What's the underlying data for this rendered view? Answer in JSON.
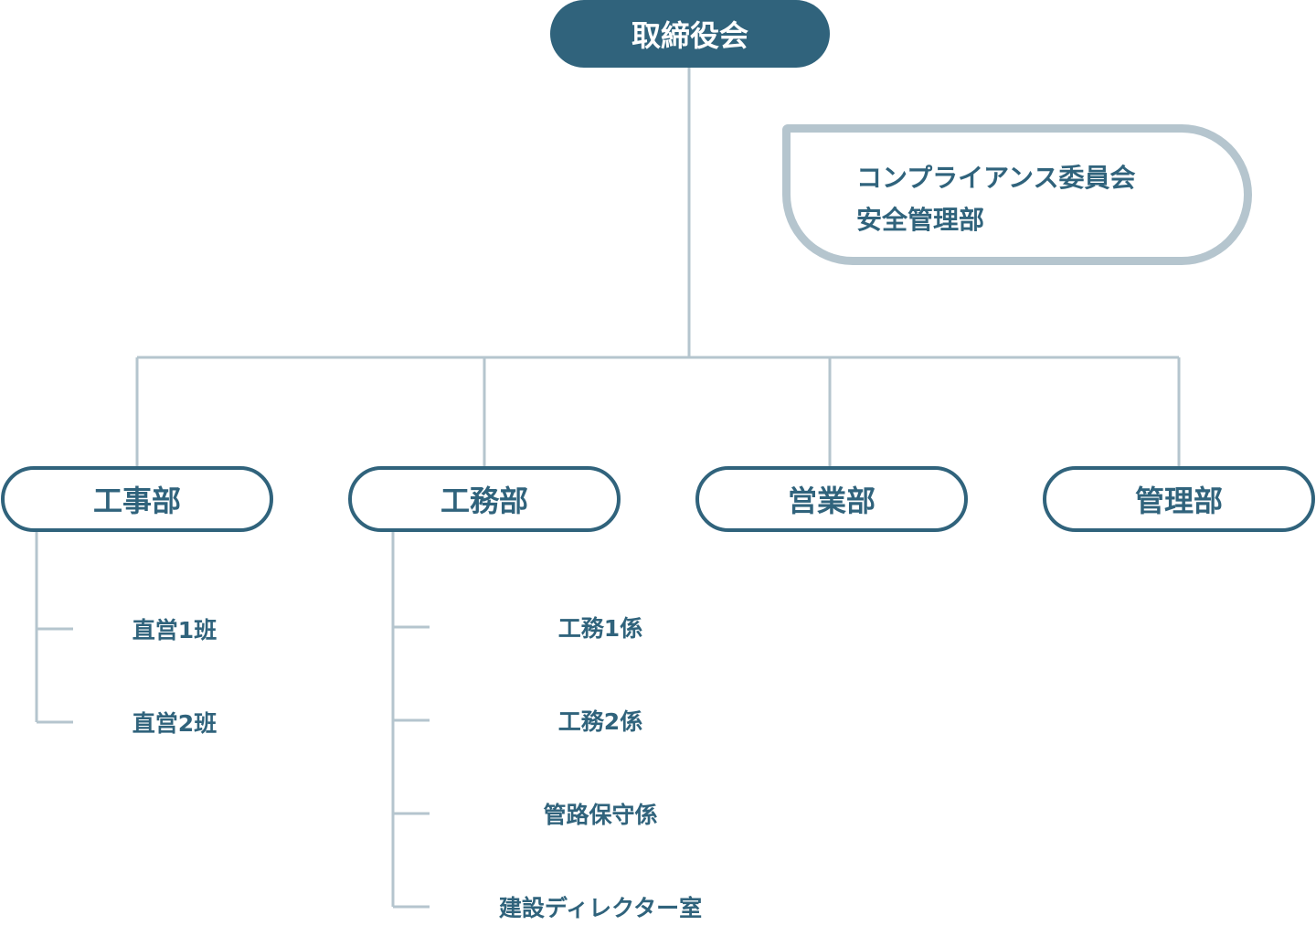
{
  "top": {
    "label": "取締役会"
  },
  "advisory": {
    "lines": [
      "コンプライアンス委員会",
      "安全管理部"
    ]
  },
  "departments": [
    {
      "label": "工事部",
      "units": [
        "直営1班",
        "直営2班"
      ]
    },
    {
      "label": "工務部",
      "units": [
        "工務1係",
        "工務2係",
        "管路保守係",
        "建設ディレクター室"
      ]
    },
    {
      "label": "営業部",
      "units": []
    },
    {
      "label": "管理部",
      "units": []
    }
  ],
  "colors": {
    "primary": "#30637c",
    "connector": "#b5c5ce",
    "background": "#ffffff"
  }
}
